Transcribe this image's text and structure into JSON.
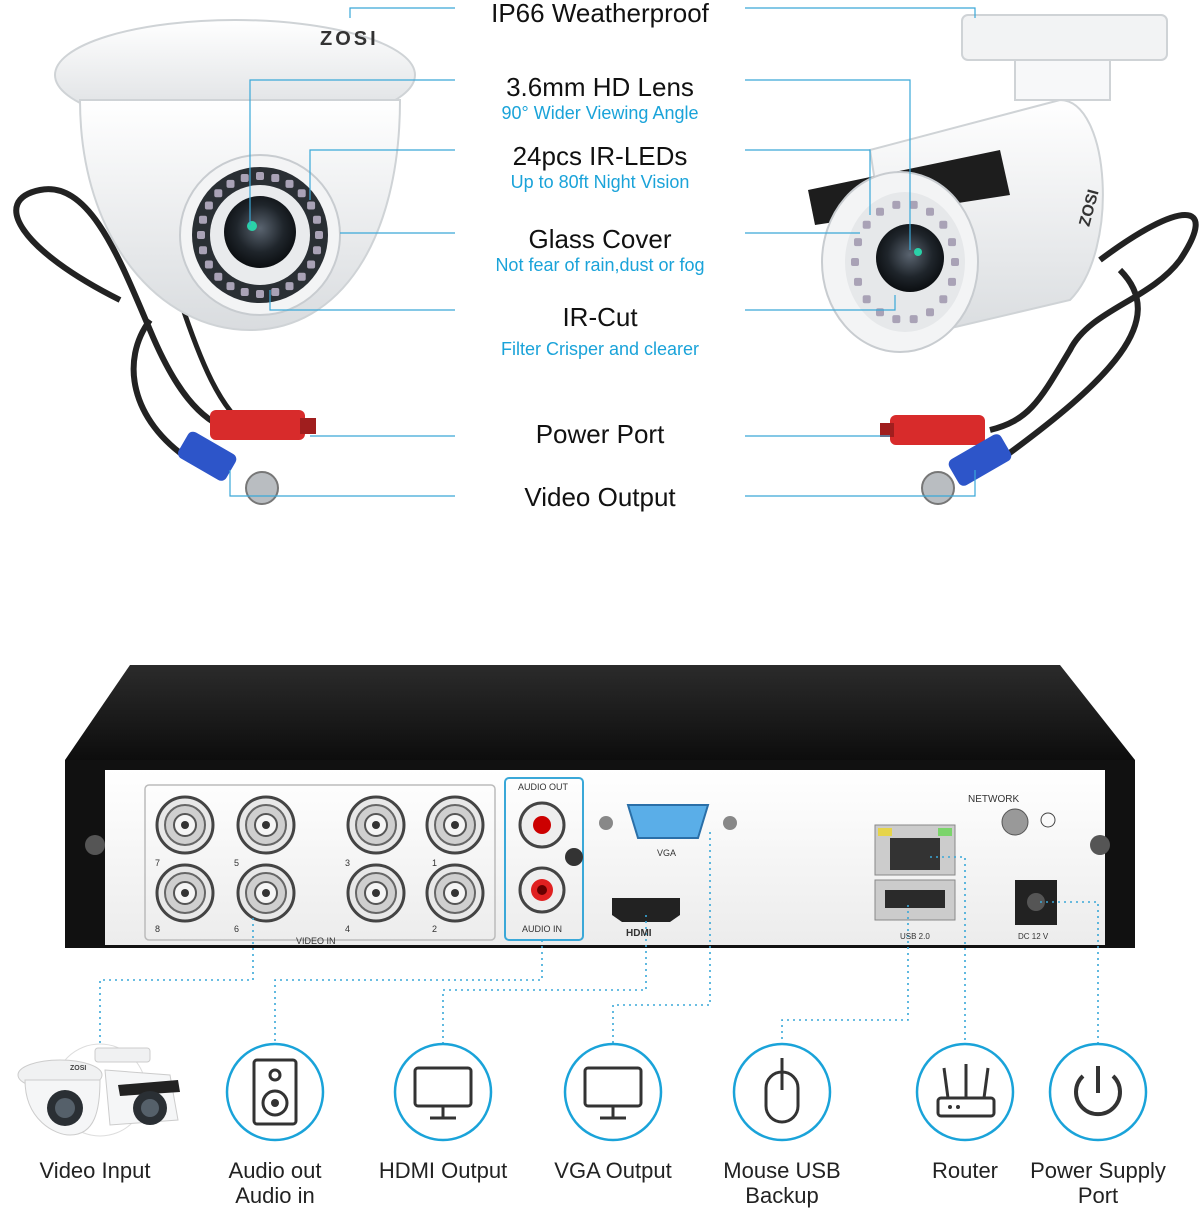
{
  "camera_features": [
    {
      "title": "IP66 Weatherproof",
      "subtitle": ""
    },
    {
      "title": "3.6mm HD Lens",
      "subtitle": "90° Wider Viewing Angle"
    },
    {
      "title": "24pcs IR-LEDs",
      "subtitle": "Up to 80ft Night Vision"
    },
    {
      "title": "Glass Cover",
      "subtitle": "Not fear of rain,dust or fog"
    },
    {
      "title": "IR-Cut",
      "subtitle": "Filter Crisper and clearer"
    },
    {
      "title": "Power Port",
      "subtitle": ""
    },
    {
      "title": "Video Output",
      "subtitle": ""
    }
  ],
  "brand": "ZOSI",
  "dvr_panel": {
    "video_in": "VIDEO IN",
    "channel_numbers": [
      "7",
      "5",
      "3",
      "1",
      "8",
      "6",
      "4",
      "2"
    ],
    "audio_out": "AUDIO OUT",
    "audio_in": "AUDIO IN",
    "vga": "VGA",
    "hdmi": "HDMI",
    "network": "NETWORK",
    "usb": "USB 2.0",
    "dc": "DC 12 V"
  },
  "connections": [
    {
      "line1": "Video Input",
      "line2": "",
      "icon": "cameras-icon"
    },
    {
      "line1": "Audio out",
      "line2": "Audio in",
      "icon": "speaker-icon"
    },
    {
      "line1": "HDMI Output",
      "line2": "",
      "icon": "monitor-icon"
    },
    {
      "line1": "VGA Output",
      "line2": "",
      "icon": "monitor-icon"
    },
    {
      "line1": "Mouse USB",
      "line2": "Backup",
      "icon": "mouse-icon"
    },
    {
      "line1": "Router",
      "line2": "",
      "icon": "router-icon"
    },
    {
      "line1": "Power Supply",
      "line2": "Port",
      "icon": "power-icon"
    }
  ],
  "colors": {
    "accent": "#1aa3d9",
    "text": "#111111",
    "dvr_body": "#1b1b1b"
  }
}
